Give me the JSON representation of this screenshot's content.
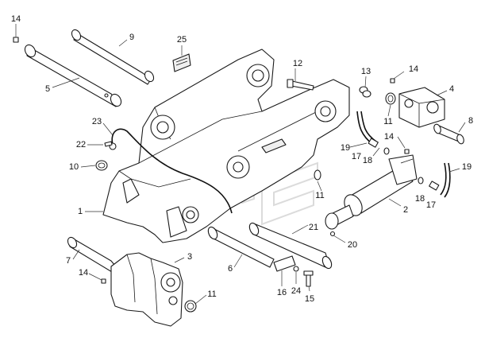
{
  "diagram": {
    "callouts": [
      {
        "id": "c14a",
        "text": "14"
      },
      {
        "id": "c9",
        "text": "9"
      },
      {
        "id": "c25",
        "text": "25"
      },
      {
        "id": "c5",
        "text": "5"
      },
      {
        "id": "c12",
        "text": "12"
      },
      {
        "id": "c13",
        "text": "13"
      },
      {
        "id": "c14b",
        "text": "14"
      },
      {
        "id": "c4",
        "text": "4"
      },
      {
        "id": "c23",
        "text": "23"
      },
      {
        "id": "c11a",
        "text": "11"
      },
      {
        "id": "c8",
        "text": "8"
      },
      {
        "id": "c22",
        "text": "22"
      },
      {
        "id": "c14c",
        "text": "14"
      },
      {
        "id": "c19a",
        "text": "19"
      },
      {
        "id": "c17a",
        "text": "17"
      },
      {
        "id": "c18a",
        "text": "18"
      },
      {
        "id": "c10",
        "text": "10"
      },
      {
        "id": "c19b",
        "text": "19"
      },
      {
        "id": "c11b",
        "text": "11"
      },
      {
        "id": "c18b",
        "text": "18"
      },
      {
        "id": "c17b",
        "text": "17"
      },
      {
        "id": "c1",
        "text": "1"
      },
      {
        "id": "c2",
        "text": "2"
      },
      {
        "id": "c21",
        "text": "21"
      },
      {
        "id": "c20",
        "text": "20"
      },
      {
        "id": "c7",
        "text": "7"
      },
      {
        "id": "c3",
        "text": "3"
      },
      {
        "id": "c6",
        "text": "6"
      },
      {
        "id": "c14d",
        "text": "14"
      },
      {
        "id": "c16",
        "text": "16"
      },
      {
        "id": "c24",
        "text": "24"
      },
      {
        "id": "c15",
        "text": "15"
      },
      {
        "id": "c11c",
        "text": "11"
      }
    ]
  }
}
